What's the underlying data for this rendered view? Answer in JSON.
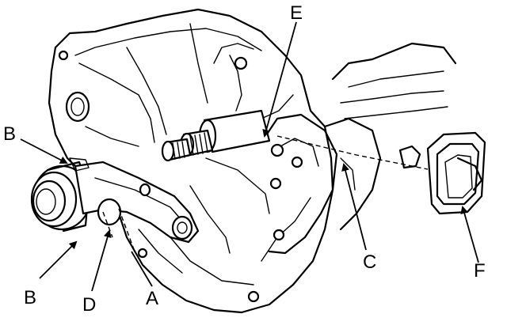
{
  "labels": {
    "a": "A",
    "b_top": "B",
    "b_bottom": "B",
    "c": "C",
    "d": "D",
    "e": "E",
    "f": "F"
  }
}
